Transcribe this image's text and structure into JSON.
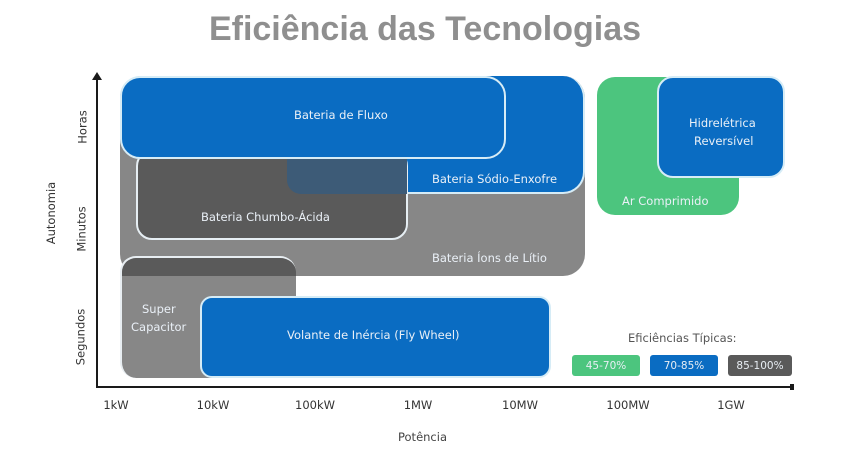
{
  "title": "Eficiência das Tecnologias",
  "colors": {
    "blue": "#0a6cc2",
    "gray": "#878787",
    "dark_gray": "#5a5a5a",
    "green": "#4cc57e",
    "overlap": "#3d5b77",
    "outline": "#d6ecf6"
  },
  "chart_data": {
    "type": "diagram",
    "title": "Eficiência das Tecnologias",
    "xlabel": "Potência",
    "ylabel": "Autonomia",
    "x_ticks": [
      "1kW",
      "10kW",
      "100kW",
      "1MW",
      "10MW",
      "100MW",
      "1GW"
    ],
    "y_ticks": [
      "Segundos",
      "Minutos",
      "Horas"
    ],
    "technologies": [
      {
        "name": "Bateria de Fluxo",
        "efficiency": "70-85%",
        "power_range": [
          "1kW",
          "~3MW"
        ],
        "autonomy": "Horas"
      },
      {
        "name": "Bateria Sódio-Enxofre",
        "efficiency": "70-85%",
        "power_range": [
          "~100kW",
          "~30MW"
        ],
        "autonomy": "Minutos-Horas"
      },
      {
        "name": "Bateria Chumbo-Ácida",
        "efficiency": "70-85%",
        "power_range": [
          "~1.5kW",
          "~1MW"
        ],
        "autonomy": "Minutos-Horas"
      },
      {
        "name": "Bateria Íons de Lítio",
        "efficiency": "85-100%",
        "power_range": [
          "1kW",
          "~30MW"
        ],
        "autonomy": "Minutos-Horas"
      },
      {
        "name": "Super Capacitor",
        "efficiency": "85-100%",
        "power_range": [
          "1kW",
          "~100kW"
        ],
        "autonomy": "Segundos-Minutos"
      },
      {
        "name": "Volante de Inércia (Fly Wheel)",
        "efficiency": "85-100%",
        "power_range": [
          "~10kW",
          "~20MW"
        ],
        "autonomy": "Segundos"
      },
      {
        "name": "Ar Comprimido",
        "efficiency": "45-70%",
        "power_range": [
          "~100MW",
          "~1GW"
        ],
        "autonomy": "Minutos-Horas"
      },
      {
        "name": "Hidrelétrica Reversível",
        "efficiency": "70-85%",
        "power_range": [
          "~500MW",
          "~3GW"
        ],
        "autonomy": "Horas"
      }
    ],
    "legend": {
      "title": "Eficiências Típicas:",
      "entries": [
        {
          "label": "45-70%",
          "color": "#4cc57e"
        },
        {
          "label": "70-85%",
          "color": "#0a6cc2"
        },
        {
          "label": "85-100%",
          "color": "#5a5a5a"
        }
      ]
    }
  },
  "labels": {
    "fluxo": "Bateria de Fluxo",
    "sodio": "Bateria Sódio-Enxofre",
    "chumbo": "Bateria Chumbo-Ácida",
    "litio": "Bateria Íons de Lítio",
    "super1": "Super",
    "super2": "Capacitor",
    "volante": "Volante de Inércia (Fly Wheel)",
    "ar": "Ar Comprimido",
    "hidro1": "Hidrelétrica",
    "hidro2": "Reversível"
  },
  "axes": {
    "x_ticks": [
      "1kW",
      "10kW",
      "100kW",
      "1MW",
      "10MW",
      "100MW",
      "1GW"
    ],
    "xlabel": "Potência",
    "y_ticks": [
      "Horas",
      "Minutos",
      "Segundos"
    ],
    "ylabel": "Autonomia"
  },
  "legend": {
    "title": "Eficiências Típicas:",
    "green": "45-70%",
    "blue": "70-85%",
    "gray": "85-100%"
  }
}
